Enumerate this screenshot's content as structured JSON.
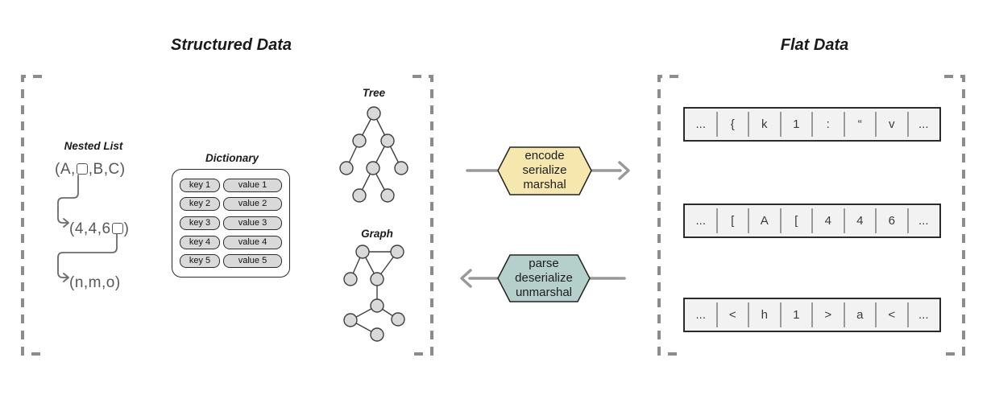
{
  "titles": {
    "structured": "Structured Data",
    "flat": "Flat Data"
  },
  "structured_section": {
    "nested_list": {
      "label": "Nested List",
      "row1_prefix": "(A,",
      "row1_suffix": ",B,C)",
      "row2_prefix": "(4,4,6",
      "row2_suffix": ")",
      "row3": "(n,m,o)"
    },
    "dictionary": {
      "label": "Dictionary",
      "rows": [
        {
          "key": "key 1",
          "value": "value 1"
        },
        {
          "key": "key 2",
          "value": "value 2"
        },
        {
          "key": "key 3",
          "value": "value 3"
        },
        {
          "key": "key 4",
          "value": "value 4"
        },
        {
          "key": "key 5",
          "value": "value 5"
        }
      ]
    },
    "tree": {
      "label": "Tree"
    },
    "graph": {
      "label": "Graph"
    }
  },
  "transforms": {
    "encode": {
      "lines": [
        "encode",
        "serialize",
        "marshal"
      ],
      "fill": "#f5e7ad"
    },
    "decode": {
      "lines": [
        "parse",
        "deserialize",
        "unmarshal"
      ],
      "fill": "#b5cfcb"
    }
  },
  "flat_section": {
    "arrays": [
      {
        "cells": [
          "...",
          "{",
          "k",
          "1",
          ":",
          "“",
          "v",
          "..."
        ]
      },
      {
        "cells": [
          "...",
          "[",
          "A",
          "[",
          "4",
          "4",
          "6",
          "..."
        ]
      },
      {
        "cells": [
          "...",
          "<",
          "h",
          "1",
          ">",
          "a",
          "<",
          "..."
        ]
      }
    ]
  },
  "colors": {
    "node_fill": "#d9d9d9",
    "bracket": "#8c8c8c",
    "arrow_line": "#999999"
  }
}
